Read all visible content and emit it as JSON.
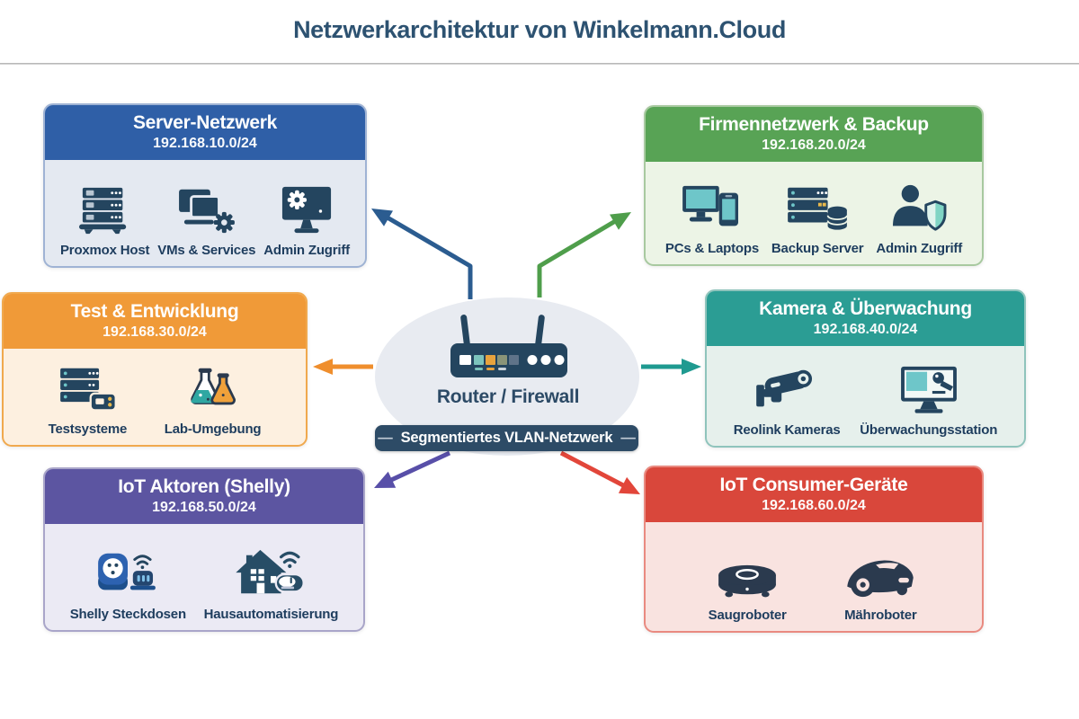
{
  "page": {
    "title": "Netzwerkarchitektur von Winkelmann.Cloud"
  },
  "center": {
    "router_icon": "wifi-router-icon",
    "router_label": "Router / Firewall",
    "banner_dash_left": "—",
    "banner_label": "Segmentiertes VLAN-Netzwerk",
    "banner_dash_right": "—",
    "ellipse_color": "#e8ebf1",
    "banner_color": "#2d4b66"
  },
  "boxes": [
    {
      "id": "server-netzwerk",
      "title": "Server-Netzwerk",
      "subnet": "192.168.10.0/24",
      "colors": {
        "header": "#2f5fa7",
        "body": "#e4e9f1",
        "border": "#9fb3d4",
        "arrow": "#2b5c90"
      },
      "items": [
        {
          "icon": "server-rack-icon",
          "label": "Proxmox Host"
        },
        {
          "icon": "virtual-machines-gear-icon",
          "label": "VMs & Services"
        },
        {
          "icon": "monitor-gear-icon",
          "label": "Admin Zugriff"
        }
      ]
    },
    {
      "id": "firmennetzwerk-backup",
      "title": "Firmennetzwerk & Backup",
      "subnet": "192.168.20.0/24",
      "colors": {
        "header": "#58a355",
        "body": "#ecf4e6",
        "border": "#a8c9a0",
        "arrow": "#4f9e4b"
      },
      "items": [
        {
          "icon": "pc-laptop-icon",
          "label": "PCs & Laptops"
        },
        {
          "icon": "backup-server-database-icon",
          "label": "Backup Server"
        },
        {
          "icon": "admin-shield-icon",
          "label": "Admin Zugriff"
        }
      ]
    },
    {
      "id": "test-entwicklung",
      "title": "Test & Entwicklung",
      "subnet": "192.168.30.0/24",
      "colors": {
        "header": "#f09a38",
        "body": "#fdf0e0",
        "border": "#f0a94e",
        "arrow": "#ef8e2d"
      },
      "items": [
        {
          "icon": "test-server-icon",
          "label": "Testsysteme"
        },
        {
          "icon": "lab-flasks-icon",
          "label": "Lab-Umgebung"
        }
      ]
    },
    {
      "id": "kamera-ueberwachung",
      "title": "Kamera & Überwachung",
      "subnet": "192.168.40.0/24",
      "colors": {
        "header": "#2b9d94",
        "body": "#e6f0ec",
        "border": "#8fc4bc",
        "arrow": "#1f9a90"
      },
      "items": [
        {
          "icon": "cctv-camera-icon",
          "label": "Reolink Kameras"
        },
        {
          "icon": "monitoring-station-icon",
          "label": "Überwachungsstation"
        }
      ]
    },
    {
      "id": "iot-aktoren-shelly",
      "title": "IoT Aktoren (Shelly)",
      "subnet": "192.168.50.0/24",
      "colors": {
        "header": "#5c55a1",
        "body": "#ebeaf4",
        "border": "#a9a5c9",
        "arrow": "#584fa8"
      },
      "items": [
        {
          "icon": "smart-plug-icon",
          "label": "Shelly Steckdosen"
        },
        {
          "icon": "smart-home-icon",
          "label": "Hausautomatisierung"
        }
      ]
    },
    {
      "id": "iot-consumer-geraete",
      "title": "IoT Consumer-Geräte",
      "subnet": "192.168.60.0/24",
      "colors": {
        "header": "#d9473b",
        "body": "#f9e3e0",
        "border": "#e98a80",
        "arrow": "#e2463a"
      },
      "items": [
        {
          "icon": "vacuum-robot-icon",
          "label": "Saugroboter"
        },
        {
          "icon": "mower-robot-icon",
          "label": "Mähroboter"
        }
      ]
    }
  ]
}
